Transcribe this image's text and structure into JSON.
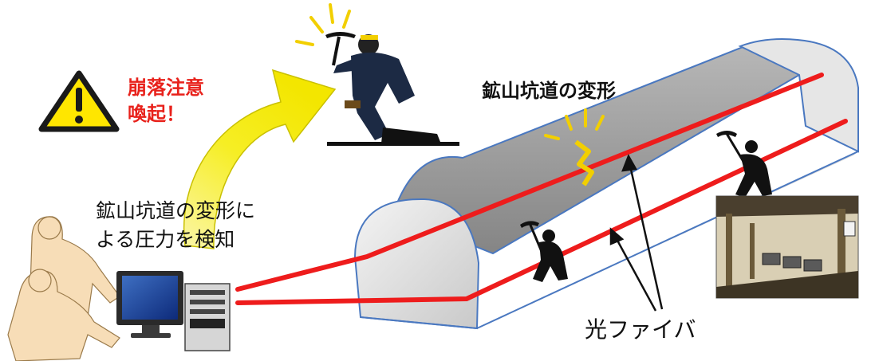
{
  "labels": {
    "collapse_warning_line1": "崩落注意",
    "collapse_warning_line2": "喚起！",
    "tunnel_deformation": "鉱山坑道の変形",
    "detection_line1": "鉱山坑道の変形に",
    "detection_line2": "よる圧力を検知",
    "optical_fiber": "光ファイバ"
  },
  "icons": {
    "warning": "warning-triangle-icon",
    "miner": "miner-with-pickaxe-icon",
    "operator": "operators-at-computer-icon",
    "mine_photo": "mine-cart-photo"
  },
  "colors": {
    "fiber": "#ee1c1c",
    "warning_text": "#e8211b",
    "arrow_fill": "#f4ec1a",
    "warning_sign": "#ffe600",
    "tunnel_roof": "#9a9a9a"
  }
}
